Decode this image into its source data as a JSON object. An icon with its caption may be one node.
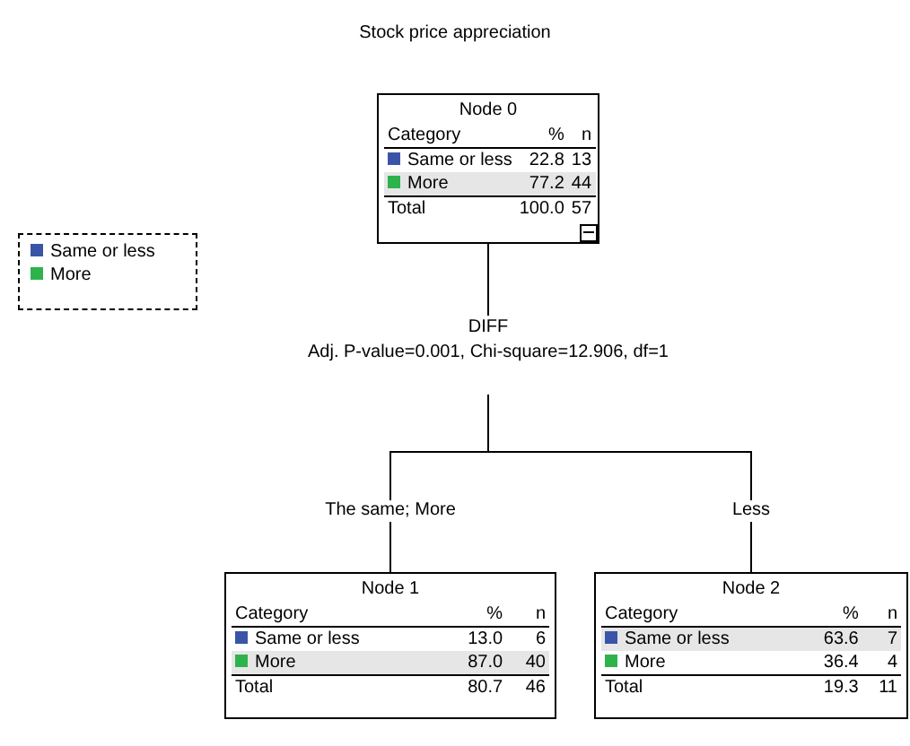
{
  "diagram": {
    "title": "Stock price appreciation",
    "nodes": [
      {
        "text": [
          "Node 0",
          "Category",
          "%",
          "n",
          "Same or less",
          "22.8",
          "13",
          "More",
          "77.2",
          "44",
          "Total",
          "100.0",
          "57"
        ]
      },
      {
        "text": [
          "DIFF",
          "Adj. P-value=0.001, Chi-square=12.906, df=1"
        ]
      },
      {
        "text": [
          "Node 1",
          "Category",
          "%",
          "n",
          "Same or less",
          "13.0",
          "6",
          "More",
          "87.0",
          "40",
          "Total",
          "80.7",
          "46"
        ]
      },
      {
        "text": [
          "Node 2",
          "Category",
          "%",
          "n",
          "Same or less",
          "63.6",
          "7",
          "More",
          "36.4",
          "4",
          "Total",
          "19.3",
          "11"
        ]
      }
    ],
    "edges": [
      {
        "from": 0,
        "to": 1,
        "arrow": "none"
      },
      {
        "from": 1,
        "to": 2,
        "arrow": "none",
        "label": "The same; More"
      },
      {
        "from": 1,
        "to": 3,
        "arrow": "none",
        "label": "Less"
      }
    ],
    "legend": [
      {
        "text": "Same or less",
        "color": "#3a55a8"
      },
      {
        "text": "More",
        "color": "#2eb34c"
      }
    ]
  }
}
